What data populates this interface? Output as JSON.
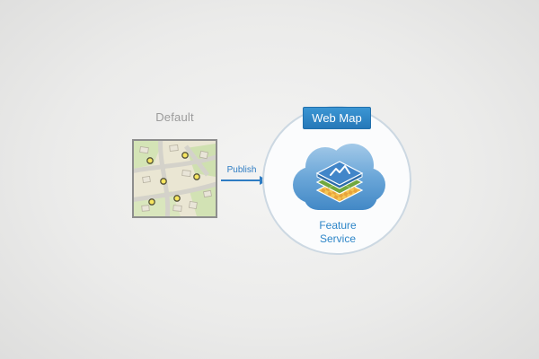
{
  "diagram": {
    "source_map": {
      "label": "Default"
    },
    "publish": {
      "label": "Publish"
    },
    "web_map": {
      "label": "Web Map"
    },
    "feature_service": {
      "label": "Feature Service"
    }
  },
  "icons": {
    "map_thumbnail": "street-map with yellow point markers",
    "publish_arrow": "right-arrow",
    "cloud": "blue cloud",
    "layers": "stacked gis layers (blue, green, orange)"
  },
  "colors": {
    "background": "#ebebea",
    "accent_blue": "#2e86c8",
    "arrow_blue": "#2e7cc3",
    "circle_border": "#ccd8e2",
    "map_border": "#8d8d8d",
    "marker_yellow": "#f6e55f",
    "cloud_top": "#a6cbe9",
    "cloud_bottom": "#3e85c4",
    "layer_green": "#71a83f",
    "layer_orange": "#e8a33c"
  }
}
